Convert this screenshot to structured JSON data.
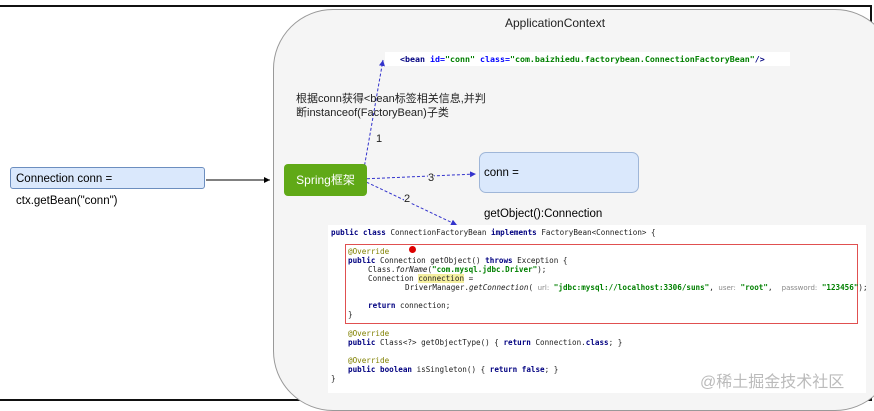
{
  "diagram": {
    "container_title": "ApplicationContext",
    "call_box": "Connection conn = ctx.getBean(\"conn\")",
    "spring_box": "Spring框架",
    "result_box": "conn  =  getObject():Connection",
    "xml_parts": [
      "<bean ",
      "id=",
      "\"conn\"",
      "class=",
      "\"com.baizhiedu.factorybean.ConnectionFactoryBean\"",
      "/>"
    ],
    "note": "根据conn获得<bean标签相关信息,并判断instanceof(FactoryBean)子类",
    "edge_labels": [
      "1",
      "2",
      "3"
    ],
    "watermark": "@稀土掘金技术社区"
  },
  "code": {
    "l1": [
      "public class",
      " ConnectionFactoryBean ",
      "implements",
      " FactoryBean<Connection> {"
    ],
    "override": "@Override",
    "l3": [
      "public",
      " Connection getObject() ",
      "throws",
      " Exception {"
    ],
    "l4": [
      "Class.",
      "forName",
      "(",
      "\"com.mysql.jdbc.Driver\"",
      ");"
    ],
    "l5": [
      "Connection ",
      "connection",
      " ="
    ],
    "l6": [
      "DriverManager.",
      "getConnection",
      "( ",
      "url:",
      " \"jdbc:mysql://localhost:3306/suns\"",
      ", ",
      "user:",
      " \"root\"",
      ",  ",
      "password:",
      " \"123456\"",
      ");"
    ],
    "l7": [
      "return",
      " connection;"
    ],
    "close": "}",
    "l10": [
      "public",
      " Class<?> getObjectType() { ",
      "return",
      " Connection.",
      "class",
      "; }"
    ],
    "l12": [
      "public boolean",
      " isSingleton() { ",
      "return false",
      "; }"
    ]
  },
  "colors": {
    "spring": "#60a917",
    "box": "#dae8fc",
    "arrow": "#3333cc",
    "redbox": "#e05050"
  }
}
